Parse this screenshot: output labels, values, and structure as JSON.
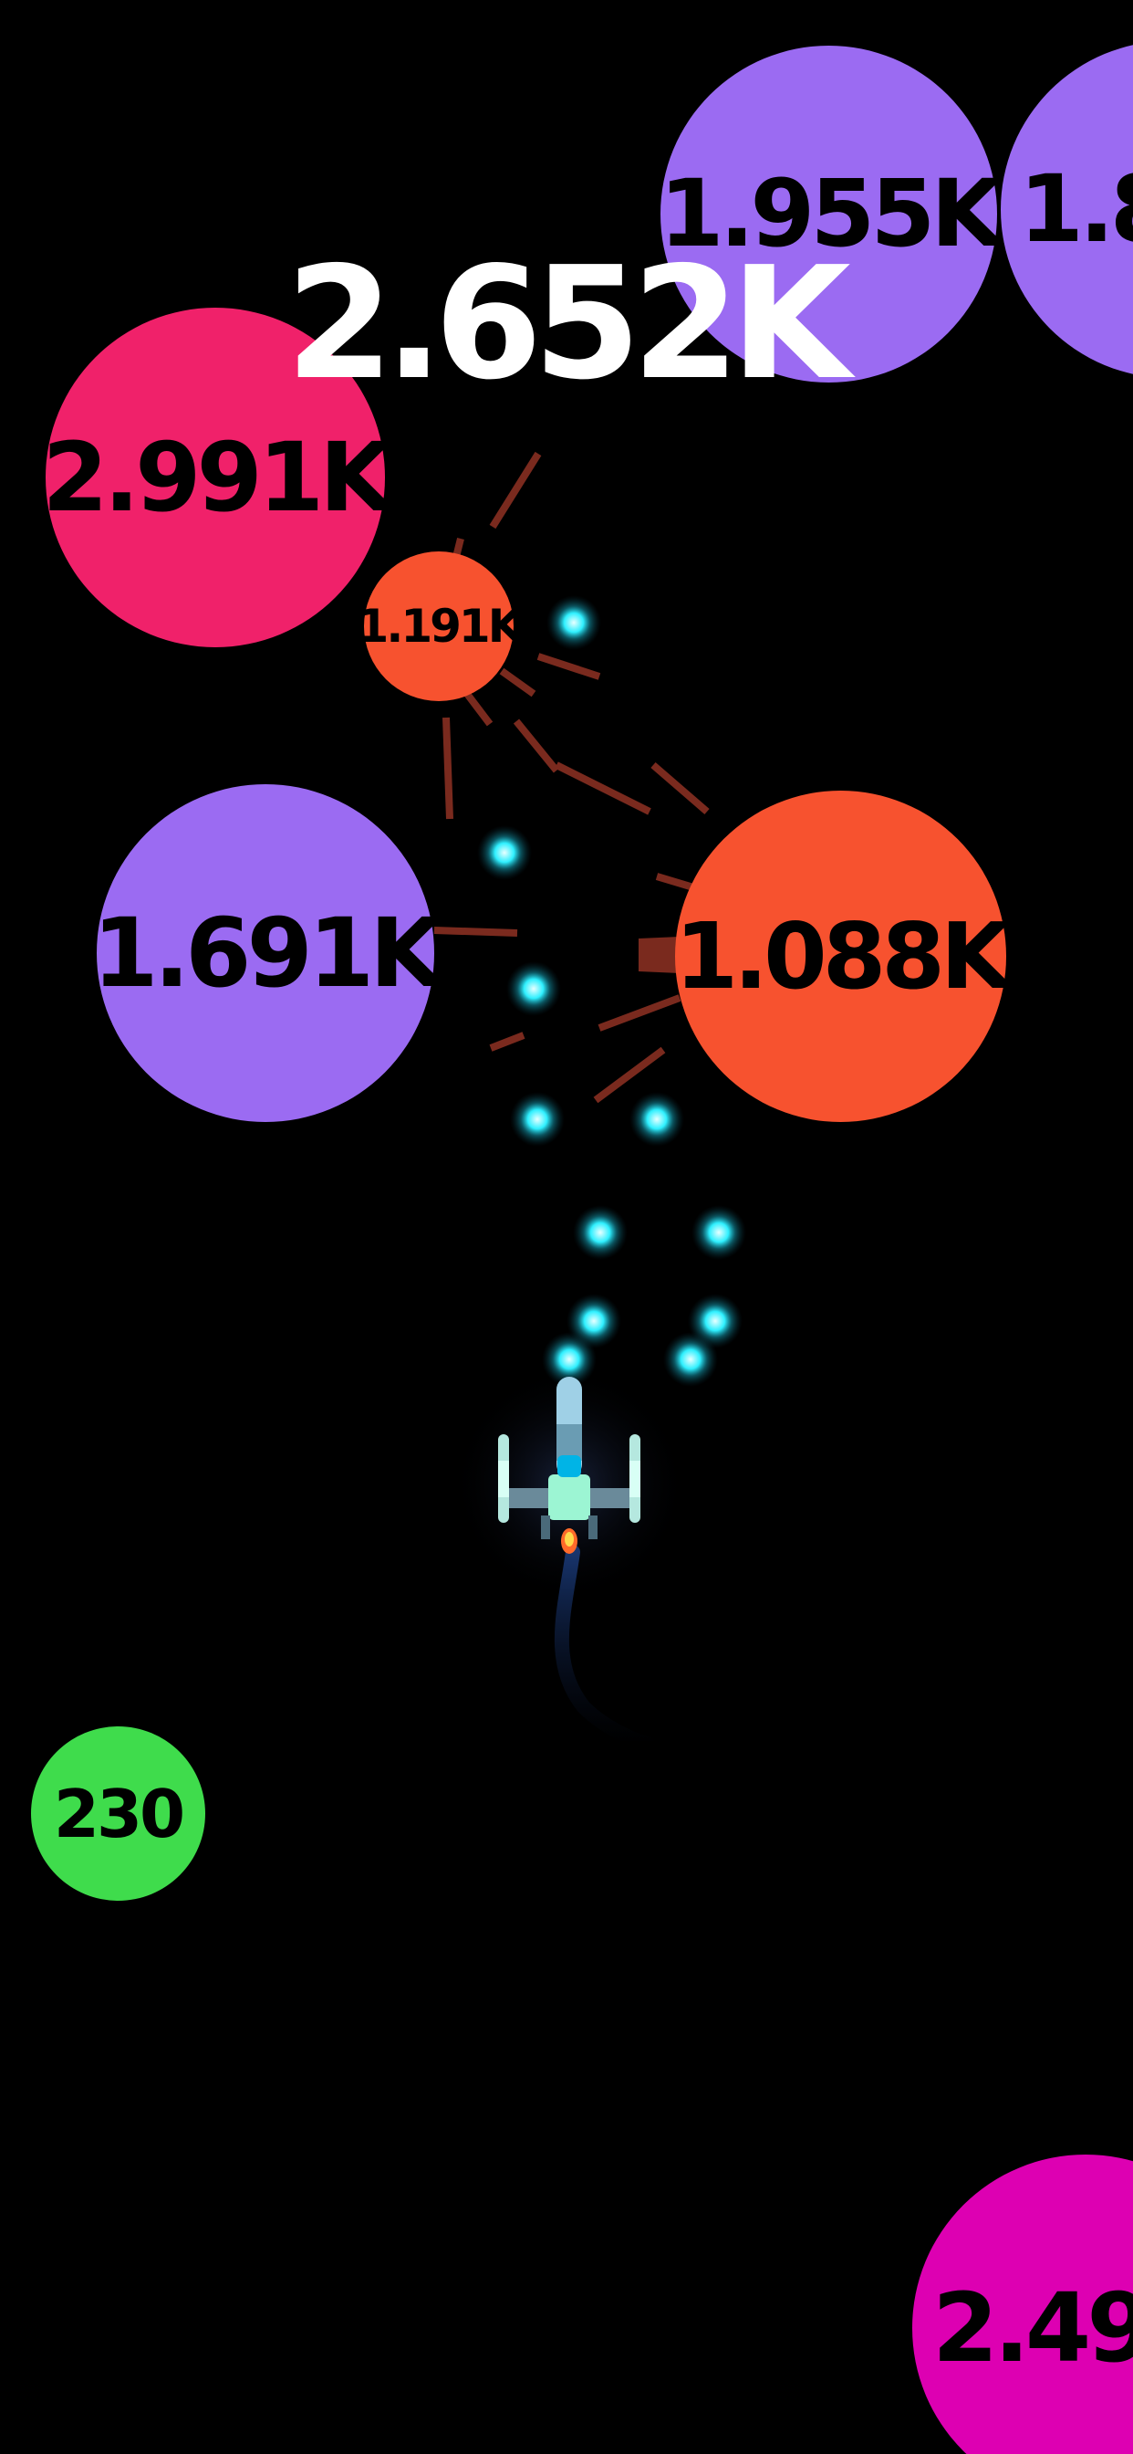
{
  "hud": {
    "score": "2.652K"
  },
  "balls": {
    "top_mid": {
      "value": "1.955K",
      "color": "#9b6bf2"
    },
    "top_right": {
      "value": "1.8",
      "color": "#9b6bf2"
    },
    "left_top": {
      "value": "2.991K",
      "color": "#f0216a"
    },
    "small": {
      "value": "1.191K",
      "color": "#f7522f"
    },
    "left_mid": {
      "value": "1.691K",
      "color": "#9b6bf2"
    },
    "right_mid": {
      "value": "1.088K",
      "color": "#f7522f"
    },
    "green": {
      "value": "230",
      "color": "#3fdc4c"
    },
    "magenta": {
      "value": "2.49",
      "color": "#dd00b2"
    }
  },
  "colors": {
    "background": "#000000",
    "bullet": "#2ff0ff",
    "ship_body": "#9fd0e6",
    "ship_cockpit": "#9cf5d3",
    "debris": "#7a2a1e"
  }
}
